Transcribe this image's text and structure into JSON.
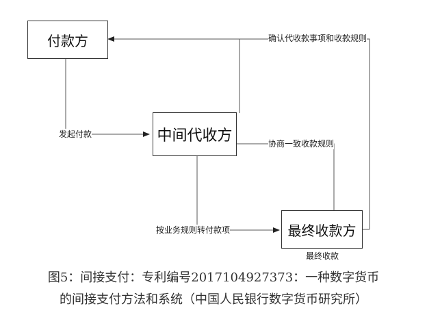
{
  "nodes": {
    "payer": "付款方",
    "intermediary": "中间代收方",
    "final_payee": "最终收款方"
  },
  "edges": {
    "confirm_rules": "确认代收款事项和收款规则",
    "initiate_payment": "发起付款",
    "negotiate_rules": "协商一致收款规则",
    "transfer_per_rules": "按业务规则转付款项"
  },
  "final_payee_sublabel": "最终收款",
  "caption": {
    "line1": "图5：间接支付：专利编号2017104927373：一种数字货币",
    "line2": "的间接支付方法和系统（中国人民银行数字货币研究所）"
  }
}
